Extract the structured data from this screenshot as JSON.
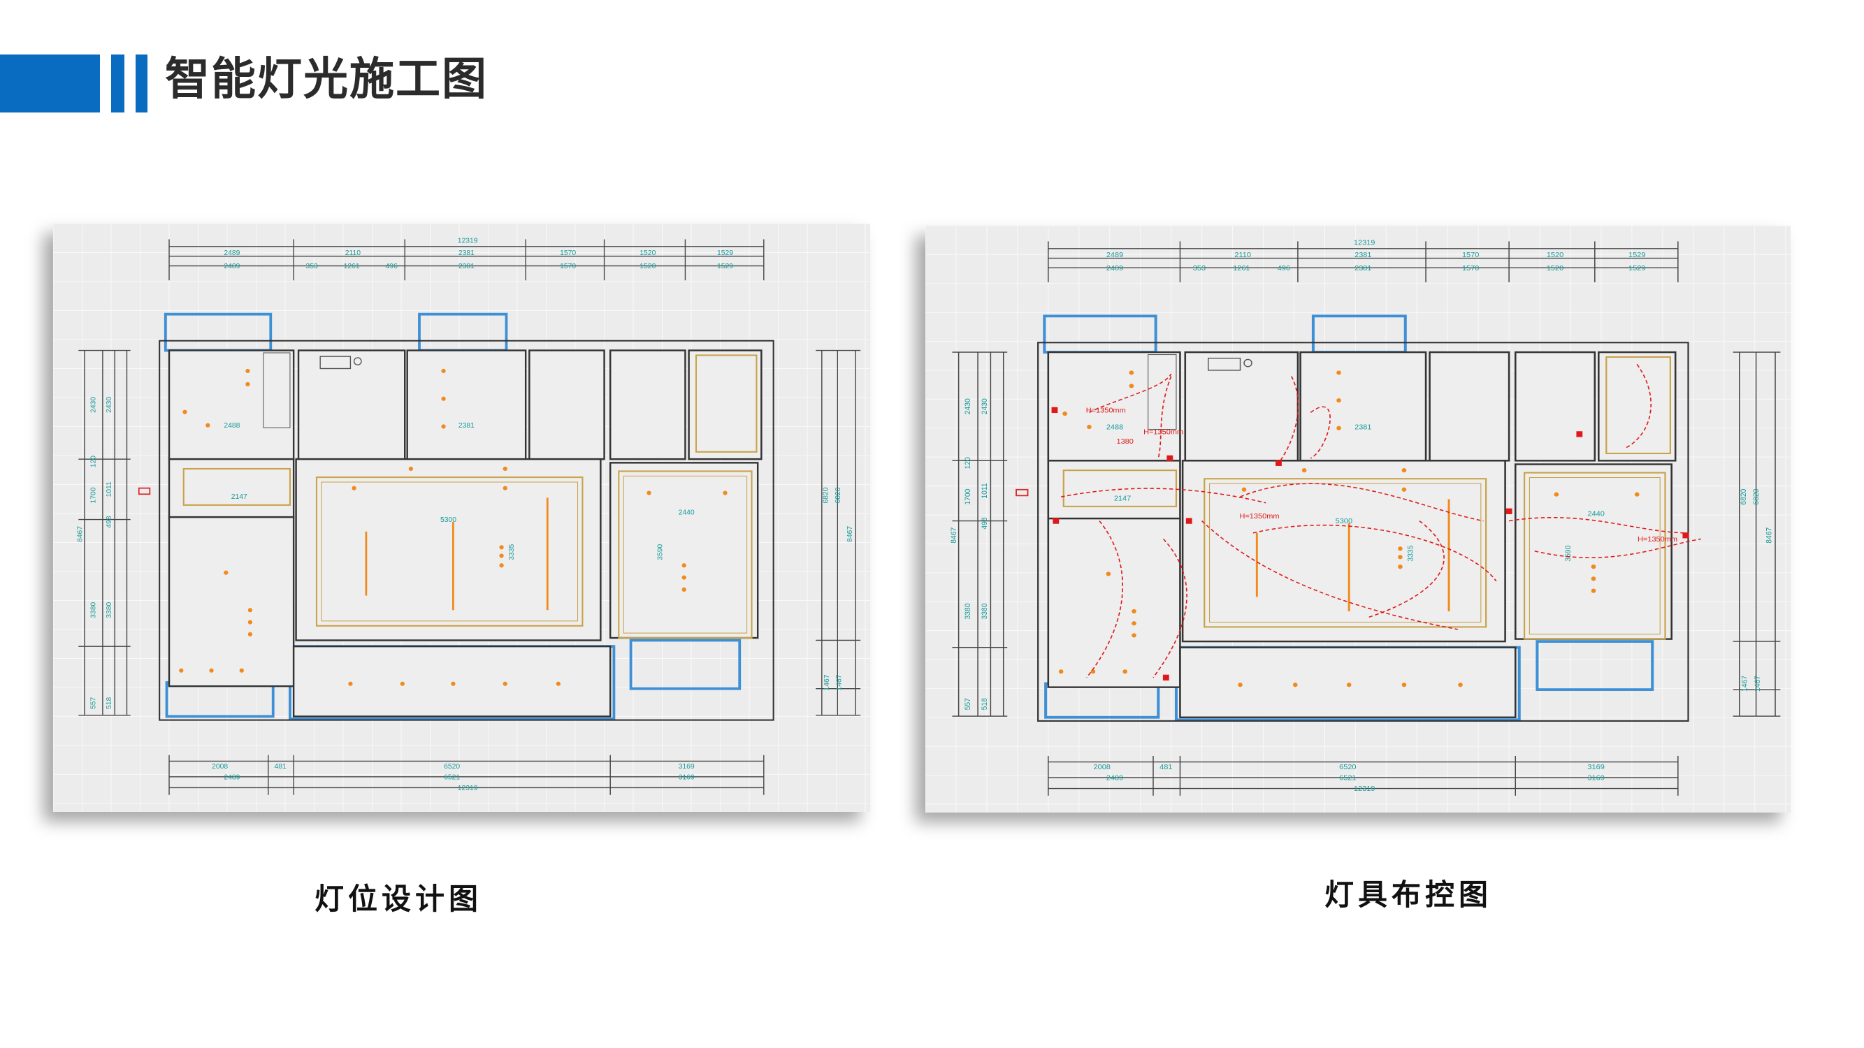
{
  "header": {
    "title": "智能灯光施工图",
    "accent_color": "#0a6cc0"
  },
  "plans": [
    {
      "caption": "灯位设计图",
      "variant": "lighting-layout"
    },
    {
      "caption": "灯具布控图",
      "variant": "lighting-control"
    }
  ],
  "dimensions": {
    "top": [
      "12319",
      "2489",
      "2110",
      "2381",
      "1570",
      "1520",
      "1529",
      "2489",
      "353",
      "1261",
      "496",
      "2381",
      "1570",
      "1520",
      "1529"
    ],
    "bottom": [
      "2008",
      "481",
      "6520",
      "3169",
      "2489",
      "6521",
      "3169",
      "12319"
    ],
    "left": [
      "2430",
      "2430",
      "120",
      "1700",
      "1011",
      "498",
      "8467",
      "3380",
      "3380",
      "557",
      "518"
    ],
    "right": [
      "6820",
      "6820",
      "8467",
      "1467",
      "1467"
    ],
    "inner": [
      "2488",
      "2381",
      "2147",
      "5300",
      "2440",
      "3335",
      "3590"
    ]
  },
  "control_labels": [
    "H=1350mm",
    "H=1350mm",
    "H=1350mm",
    "H=1350mm",
    "1380"
  ],
  "colors": {
    "wall": "#333333",
    "window": "#3d8fd6",
    "light": "#f08a1c",
    "ceiling": "#c9a24a",
    "control": "#e01818",
    "dim_text": "#1a9a9a"
  }
}
